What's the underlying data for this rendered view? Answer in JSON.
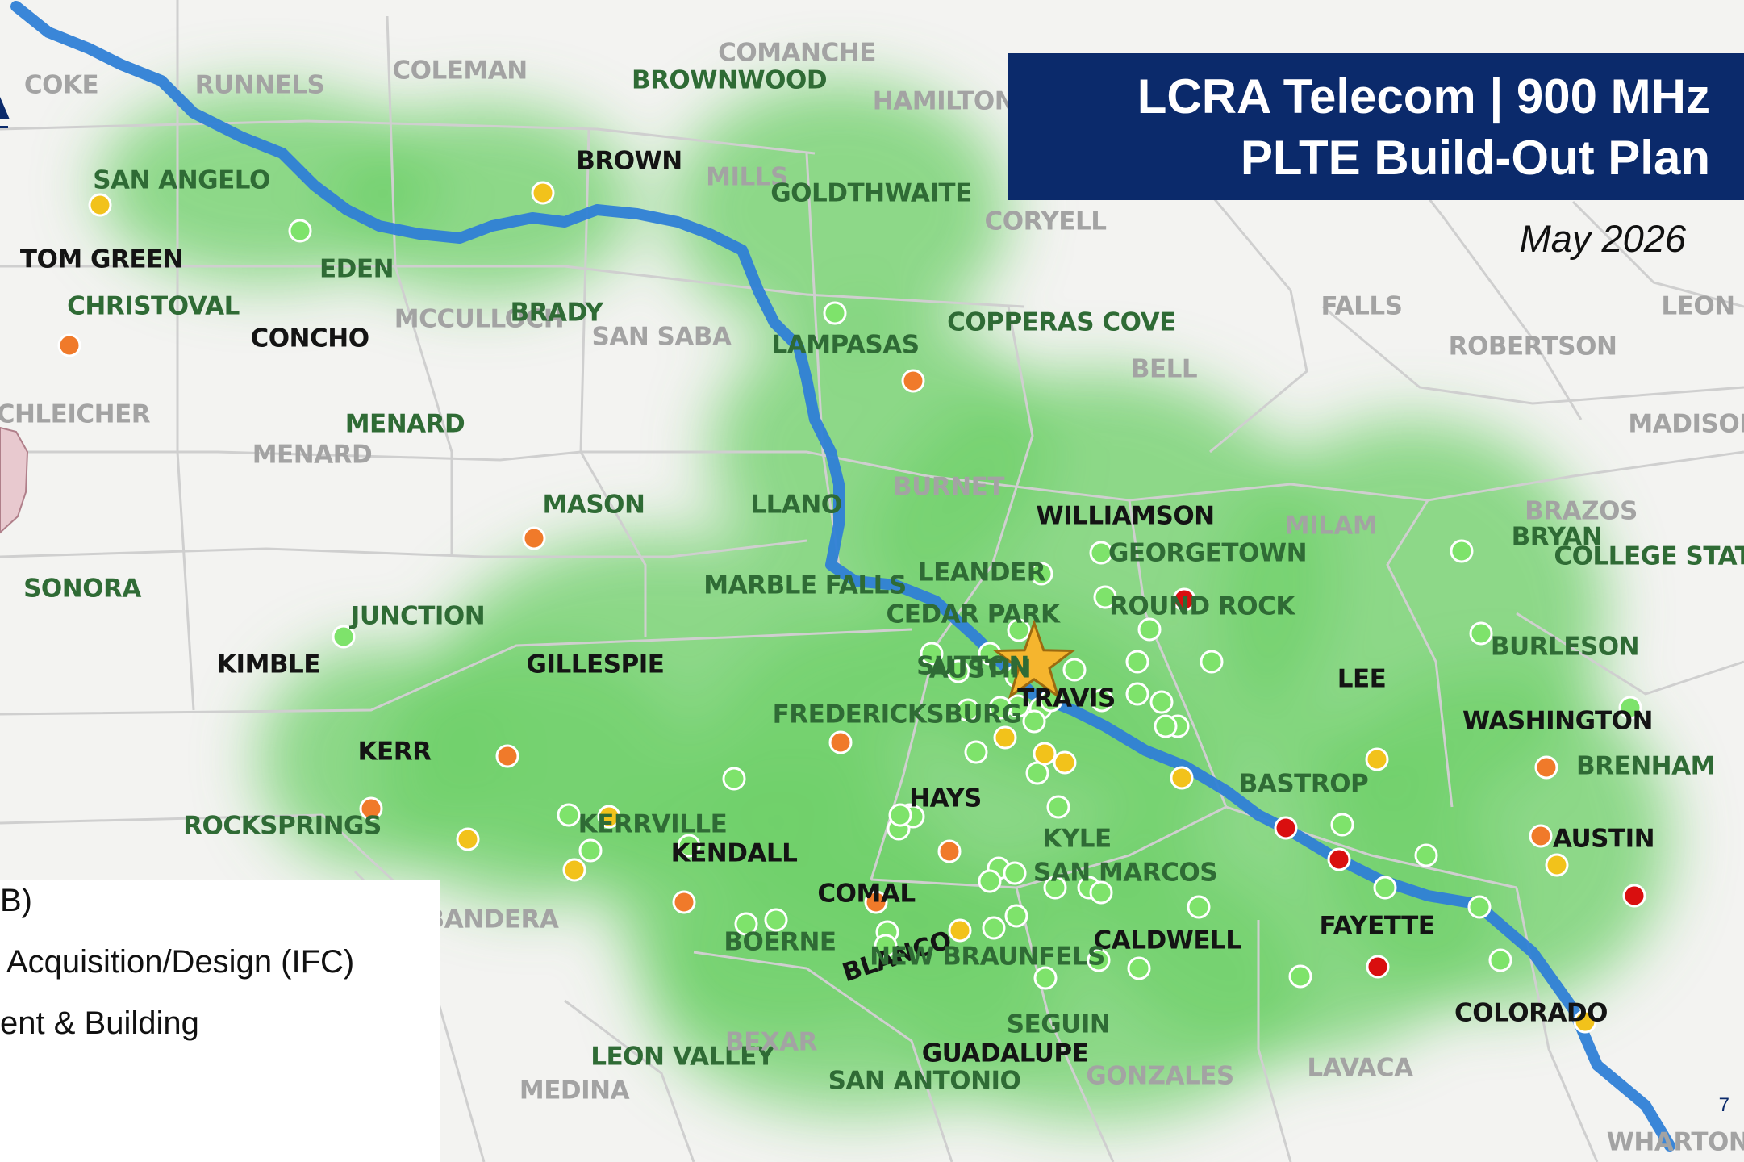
{
  "title": {
    "line1": "LCRA Telecom  |  900 MHz",
    "line2": "PLTE Build-Out Plan",
    "date": "May 2026"
  },
  "page_number": "7",
  "legend": {
    "items": [
      "B)",
      "Acquisition/Design (IFC)",
      "ent & Building"
    ]
  },
  "colors": {
    "title_bg": "#0b2a6b",
    "coverage": "#6fcf6a",
    "river": "#2f7fd6",
    "site_in_service": "#7ee36b",
    "site_yellow": "#f2c21b",
    "site_orange": "#f07a2a",
    "site_red": "#d90f0f",
    "hq_star": "#f5b52e"
  },
  "icons": {
    "headquarters": "star-icon",
    "site": "circle-marker"
  },
  "labels": [
    {
      "text": "COKE",
      "kind": "county"
    },
    {
      "text": "RUNNELS",
      "kind": "county"
    },
    {
      "text": "COLEMAN",
      "kind": "county"
    },
    {
      "text": "COMANCHE",
      "kind": "county"
    },
    {
      "text": "BROWNWOOD",
      "kind": "city"
    },
    {
      "text": "HAMILTON",
      "kind": "county"
    },
    {
      "text": "BROWN",
      "kind": "dark"
    },
    {
      "text": "MILLS",
      "kind": "county"
    },
    {
      "text": "GOLDTHWAITE",
      "kind": "city"
    },
    {
      "text": "CORYELL",
      "kind": "county"
    },
    {
      "text": "SAN ANGELO",
      "kind": "city"
    },
    {
      "text": "TOM GREEN",
      "kind": "dark"
    },
    {
      "text": "EDEN",
      "kind": "city"
    },
    {
      "text": "CHRISTOVAL",
      "kind": "city"
    },
    {
      "text": "CONCHO",
      "kind": "dark"
    },
    {
      "text": "MCCULLOCH",
      "kind": "county"
    },
    {
      "text": "BRADY",
      "kind": "city"
    },
    {
      "text": "SAN SABA",
      "kind": "county"
    },
    {
      "text": "LAMPASAS",
      "kind": "city"
    },
    {
      "text": "COPPERAS COVE",
      "kind": "city"
    },
    {
      "text": "BELL",
      "kind": "county"
    },
    {
      "text": "FALLS",
      "kind": "county"
    },
    {
      "text": "ROBERTSON",
      "kind": "county"
    },
    {
      "text": "LEON",
      "kind": "county"
    },
    {
      "text": "MADISON",
      "kind": "county"
    },
    {
      "text": "SCHLEICHER",
      "kind": "county"
    },
    {
      "text": "MENARD",
      "kind": "city"
    },
    {
      "text": "MENARD",
      "kind": "county"
    },
    {
      "text": "MASON",
      "kind": "city"
    },
    {
      "text": "LLANO",
      "kind": "city"
    },
    {
      "text": "BURNET",
      "kind": "county"
    },
    {
      "text": "WILLIAMSON",
      "kind": "dark"
    },
    {
      "text": "MILAM",
      "kind": "county"
    },
    {
      "text": "BRAZOS",
      "kind": "county"
    },
    {
      "text": "BRYAN",
      "kind": "city"
    },
    {
      "text": "COLLEGE STATION",
      "kind": "city"
    },
    {
      "text": "GEORGETOWN",
      "kind": "city"
    },
    {
      "text": "LEANDER",
      "kind": "city"
    },
    {
      "text": "ROUND ROCK",
      "kind": "city"
    },
    {
      "text": "MARBLE FALLS",
      "kind": "city"
    },
    {
      "text": "CEDAR PARK",
      "kind": "city"
    },
    {
      "text": "SONORA",
      "kind": "city"
    },
    {
      "text": "JUNCTION",
      "kind": "city"
    },
    {
      "text": "SUTTON",
      "kind": "county"
    },
    {
      "text": "KIMBLE",
      "kind": "dark"
    },
    {
      "text": "GILLESPIE",
      "kind": "dark"
    },
    {
      "text": "AUSTIN",
      "kind": "city"
    },
    {
      "text": "TRAVIS",
      "kind": "dark"
    },
    {
      "text": "LEE",
      "kind": "dark"
    },
    {
      "text": "BURLESON",
      "kind": "city"
    },
    {
      "text": "FREDERICKSBURG",
      "kind": "city"
    },
    {
      "text": "BLANCO",
      "kind": "dark"
    },
    {
      "text": "WASHINGTON",
      "kind": "dark"
    },
    {
      "text": "BRENHAM",
      "kind": "city"
    },
    {
      "text": "KERR",
      "kind": "dark"
    },
    {
      "text": "HAYS",
      "kind": "dark"
    },
    {
      "text": "BASTROP",
      "kind": "city"
    },
    {
      "text": "ROCKSPRINGS",
      "kind": "city"
    },
    {
      "text": "KERRVILLE",
      "kind": "city"
    },
    {
      "text": "KYLE",
      "kind": "city"
    },
    {
      "text": "AUSTIN",
      "kind": "dark"
    },
    {
      "text": "KENDALL",
      "kind": "dark"
    },
    {
      "text": "SAN MARCOS",
      "kind": "city"
    },
    {
      "text": "COMAL",
      "kind": "dark"
    },
    {
      "text": "BANDERA",
      "kind": "county"
    },
    {
      "text": "BOERNE",
      "kind": "city"
    },
    {
      "text": "FAYETTE",
      "kind": "dark"
    },
    {
      "text": "CALDWELL",
      "kind": "dark"
    },
    {
      "text": "NEW BRAUNFELS",
      "kind": "city"
    },
    {
      "text": "COLORADO",
      "kind": "dark"
    },
    {
      "text": "SEGUIN",
      "kind": "city"
    },
    {
      "text": "LEON VALLEY",
      "kind": "city"
    },
    {
      "text": "BEXAR",
      "kind": "county"
    },
    {
      "text": "GUADALUPE",
      "kind": "dark"
    },
    {
      "text": "SAN ANTONIO",
      "kind": "city"
    },
    {
      "text": "GONZALES",
      "kind": "county"
    },
    {
      "text": "LAVACA",
      "kind": "county"
    },
    {
      "text": "MEDINA",
      "kind": "county"
    },
    {
      "text": "WHARTON",
      "kind": "county"
    }
  ]
}
